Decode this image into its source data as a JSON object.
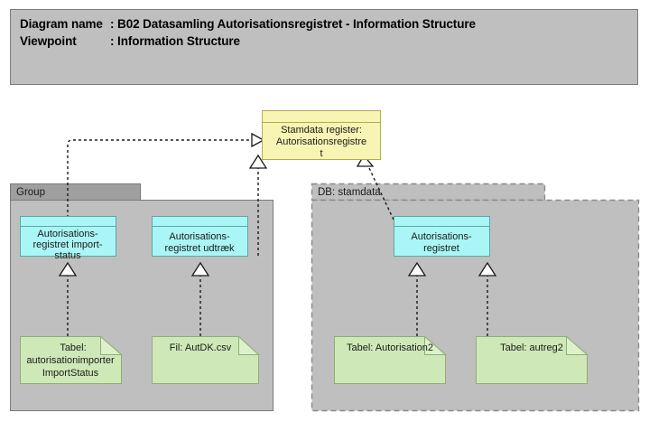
{
  "header": {
    "line1_label": "Diagram name",
    "line1_sep": ": ",
    "line1_value": "B02 Datasamling Autorisationsregistret - Information Structure",
    "line2_label": "Viewpoint",
    "line2_sep": ": ",
    "line2_value": "Information Structure"
  },
  "colors": {
    "header_bg": "#bfbfbf",
    "header_border": "#7a7a7a",
    "group_body": "#bfbfbf",
    "group_tab": "#9f9f9f",
    "group_border": "#7a7a7a",
    "db_group_body": "#bfbfbf",
    "db_group_border": "#8a8a8a",
    "data_object_fill": "#aaf5f5",
    "data_object_border": "#5aa8a8",
    "business_object_fill": "#f8f4b4",
    "business_object_border": "#b3ab4f",
    "artifact_fill": "#cfe8b8",
    "artifact_border": "#8fae74",
    "artifact_fold": "#dcf0cb",
    "connector": "#1a1a1a",
    "canvas": "#ffffff"
  },
  "groups": [
    {
      "id": "group-left",
      "label": "Group",
      "tab_style": "solid-filled"
    },
    {
      "id": "group-db-stamdata",
      "label": "DB: stamdata",
      "tab_style": "dashed"
    }
  ],
  "nodes": {
    "business_object": {
      "id": "stamdata-register",
      "label_lines": [
        "Stamdata register:",
        "Autorisationsregistre",
        "t"
      ]
    },
    "data_objects": [
      {
        "id": "autorisationsregistret-import-status",
        "label_lines": [
          "Autorisations-",
          "registret import-",
          "status"
        ]
      },
      {
        "id": "autorisationsregistret-udtraek",
        "label_lines": [
          "Autorisations-",
          "registret udtræk"
        ]
      },
      {
        "id": "autorisationsregistret",
        "label_lines": [
          "Autorisations-",
          "registret"
        ]
      }
    ],
    "artifacts": [
      {
        "id": "tabel-autorisationimporter-importstatus",
        "label_lines": [
          "Tabel:",
          "autorisationimporter",
          "ImportStatus"
        ]
      },
      {
        "id": "fil-autdk-csv",
        "label_lines": [
          "Fil: AutDK.csv"
        ]
      },
      {
        "id": "tabel-autorisation2",
        "label_lines": [
          "Tabel: Autorisation2"
        ]
      },
      {
        "id": "tabel-autreg2",
        "label_lines": [
          "Tabel: autreg2"
        ]
      }
    ]
  },
  "connections": [
    {
      "id": "conn-import-status-to-stamdata-register",
      "style": "dotted",
      "arrowhead": "hollow-triangle-open",
      "from": "autorisationsregistret-import-status",
      "to": "stamdata-register"
    },
    {
      "id": "conn-udtraek-to-stamdata-register",
      "style": "dotted",
      "arrowhead": "hollow-triangle",
      "from": "autorisationsregistret-udtraek",
      "to": "stamdata-register"
    },
    {
      "id": "conn-autorisationsregistret-to-stamdata-register",
      "style": "dotted",
      "arrowhead": "hollow-triangle",
      "from": "autorisationsregistret",
      "to": "stamdata-register"
    },
    {
      "id": "conn-tabel-importstatus-to-import-status",
      "style": "dotted",
      "arrowhead": "hollow-triangle",
      "from": "tabel-autorisationimporter-importstatus",
      "to": "autorisationsregistret-import-status"
    },
    {
      "id": "conn-fil-autdk-to-udtraek",
      "style": "dotted",
      "arrowhead": "hollow-triangle",
      "from": "fil-autdk-csv",
      "to": "autorisationsregistret-udtraek"
    },
    {
      "id": "conn-tabel-autorisation2-to-autorisationsregistret",
      "style": "dotted",
      "arrowhead": "hollow-triangle",
      "from": "tabel-autorisation2",
      "to": "autorisationsregistret"
    },
    {
      "id": "conn-tabel-autreg2-to-autorisationsregistret",
      "style": "dotted",
      "arrowhead": "hollow-triangle",
      "from": "tabel-autreg2",
      "to": "autorisationsregistret"
    }
  ]
}
